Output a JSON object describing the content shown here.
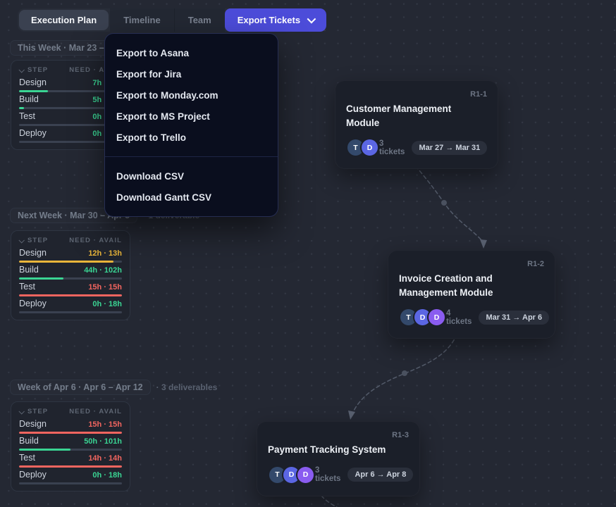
{
  "toolbar": {
    "tabs": [
      {
        "label": "Execution Plan",
        "active": true
      },
      {
        "label": "Timeline",
        "active": false
      },
      {
        "label": "Team",
        "active": false
      }
    ],
    "export_button": "Export Tickets"
  },
  "export_menu": {
    "export_items": [
      "Export to Asana",
      "Export for Jira",
      "Export to Monday.com",
      "Export to MS Project",
      "Export to Trello"
    ],
    "download_items": [
      "Download CSV",
      "Download Gantt CSV"
    ]
  },
  "sidebar": {
    "weeks": [
      {
        "title": "This Week · Mar 23 – Mar 29",
        "deliverables": "",
        "table": {
          "step_header": "STEP",
          "need_header": "NEED · AVAIL",
          "rows": [
            {
              "label": "Design",
              "value": "7h · 25h",
              "color": "#3ad493",
              "fill": 28
            },
            {
              "label": "Build",
              "value": "5h · 98h",
              "color": "#3ad493",
              "fill": 5
            },
            {
              "label": "Test",
              "value": "0h · 15h",
              "color": "#3ad493",
              "fill": 0
            },
            {
              "label": "Deploy",
              "value": "0h · 18h",
              "color": "#3ad493",
              "fill": 0
            }
          ]
        }
      },
      {
        "title": "Next Week · Mar 30 – Apr 5",
        "deliverables": "· 1 deliverable",
        "table": {
          "step_header": "STEP",
          "need_header": "NEED · AVAIL",
          "rows": [
            {
              "label": "Design",
              "value": "12h · 13h",
              "color": "#e9b53a",
              "fill": 92
            },
            {
              "label": "Build",
              "value": "44h · 102h",
              "color": "#3ad493",
              "fill": 43
            },
            {
              "label": "Test",
              "value": "15h · 15h",
              "color": "#f2655f",
              "fill": 100
            },
            {
              "label": "Deploy",
              "value": "0h · 18h",
              "color": "#3ad493",
              "fill": 0
            }
          ]
        }
      },
      {
        "title": "Week of Apr 6 · Apr 6 – Apr 12",
        "deliverables": "· 3 deliverables",
        "table": {
          "step_header": "STEP",
          "need_header": "NEED · AVAIL",
          "rows": [
            {
              "label": "Design",
              "value": "15h · 15h",
              "color": "#f2655f",
              "fill": 100
            },
            {
              "label": "Build",
              "value": "50h · 101h",
              "color": "#3ad493",
              "fill": 50
            },
            {
              "label": "Test",
              "value": "14h · 14h",
              "color": "#f2655f",
              "fill": 100
            },
            {
              "label": "Deploy",
              "value": "0h · 18h",
              "color": "#3ad493",
              "fill": 0
            }
          ]
        }
      }
    ]
  },
  "canvas": {
    "cards": [
      {
        "id": "R1-1",
        "title": "Customer Management Module",
        "tickets": "3 tickets",
        "dates": "Mar 27 → Mar 31",
        "avatars": [
          {
            "letter": "T",
            "color": "#33496b"
          },
          {
            "letter": "D",
            "color": "#5b66e3"
          }
        ]
      },
      {
        "id": "R1-2",
        "title": "Invoice Creation and Management Module",
        "tickets": "4 tickets",
        "dates": "Mar 31 → Apr 6",
        "avatars": [
          {
            "letter": "T",
            "color": "#33496b"
          },
          {
            "letter": "D",
            "color": "#5b66e3"
          },
          {
            "letter": "D",
            "color": "#8a5cf0"
          }
        ]
      },
      {
        "id": "R1-3",
        "title": "Payment Tracking System",
        "tickets": "3 tickets",
        "dates": "Apr 6 → Apr 8",
        "avatars": [
          {
            "letter": "T",
            "color": "#33496b"
          },
          {
            "letter": "D",
            "color": "#5b66e3"
          },
          {
            "letter": "D",
            "color": "#8a5cf0"
          }
        ]
      }
    ]
  },
  "colors": {
    "accent": "#4c4cd9",
    "green": "#3ad493",
    "yellow": "#e9b53a",
    "red": "#f2655f"
  }
}
